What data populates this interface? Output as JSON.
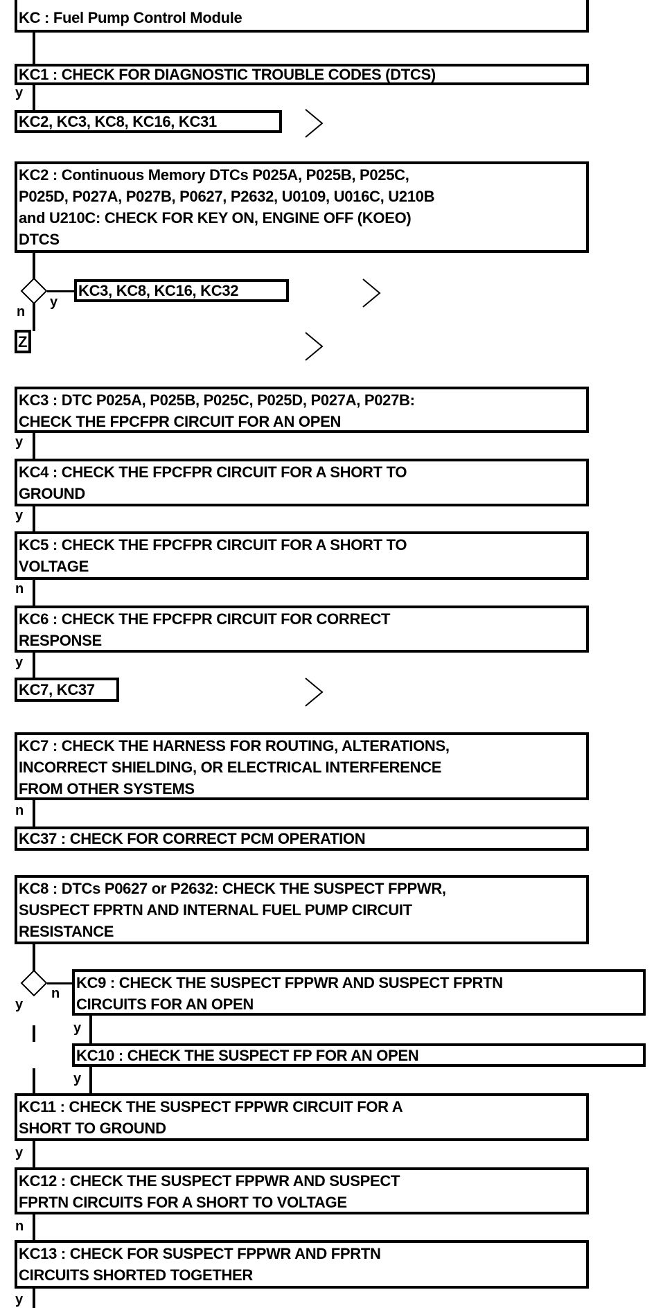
{
  "header": {
    "title": "KC : Fuel Pump Control Module"
  },
  "steps": {
    "kc1": "KC1 : CHECK FOR DIAGNOSTIC TROUBLE CODES (DTCS)",
    "kc2": "KC2 : Continuous Memory DTCs P025A, P025B, P025C,\nP025D, P027A, P027B, P0627, P2632, U0109, U016C, U210B\nand U210C: CHECK FOR KEY ON, ENGINE OFF (KOEO)\nDTCS",
    "kc3": "KC3 : DTC P025A, P025B, P025C, P025D, P027A, P027B:\nCHECK THE FPCFPR CIRCUIT FOR AN OPEN",
    "kc4": "KC4 : CHECK THE FPCFPR CIRCUIT FOR A SHORT TO\nGROUND",
    "kc5": "KC5 : CHECK THE FPCFPR CIRCUIT FOR A SHORT TO\nVOLTAGE",
    "kc6": "KC6 : CHECK THE FPCFPR CIRCUIT FOR CORRECT\nRESPONSE",
    "kc7": "KC7 : CHECK THE HARNESS FOR ROUTING, ALTERATIONS,\nINCORRECT SHIELDING, OR ELECTRICAL INTERFERENCE\nFROM OTHER SYSTEMS",
    "kc37": "KC37 : CHECK FOR CORRECT PCM OPERATION",
    "kc8": "KC8 : DTCs P0627 or P2632: CHECK THE SUSPECT FPPWR,\nSUSPECT FPRTN AND INTERNAL FUEL PUMP CIRCUIT\nRESISTANCE",
    "kc9": "KC9 : CHECK THE SUSPECT FPPWR AND SUSPECT FPRTN\nCIRCUITS FOR AN OPEN",
    "kc10": "KC10 : CHECK THE SUSPECT FP FOR AN OPEN",
    "kc11": "KC11 : CHECK THE SUSPECT FPPWR CIRCUIT FOR A\nSHORT TO GROUND",
    "kc12": "KC12 : CHECK THE SUSPECT FPPWR AND SUSPECT\nFPRTN CIRCUITS FOR A SHORT TO VOLTAGE",
    "kc13": "KC13 : CHECK FOR SUSPECT FPPWR AND FPRTN\nCIRCUITS SHORTED TOGETHER"
  },
  "links": {
    "after_kc1": "KC2, KC3, KC8, KC16, KC31",
    "kc2_yes": "KC3, KC8, KC16, KC32",
    "kc2_no": "Z",
    "after_kc6": "KC7, KC37"
  },
  "labels": {
    "yes": "y",
    "no": "n"
  },
  "icons": {
    "chevron": "chevron-right-icon",
    "decision": "diamond-icon"
  }
}
